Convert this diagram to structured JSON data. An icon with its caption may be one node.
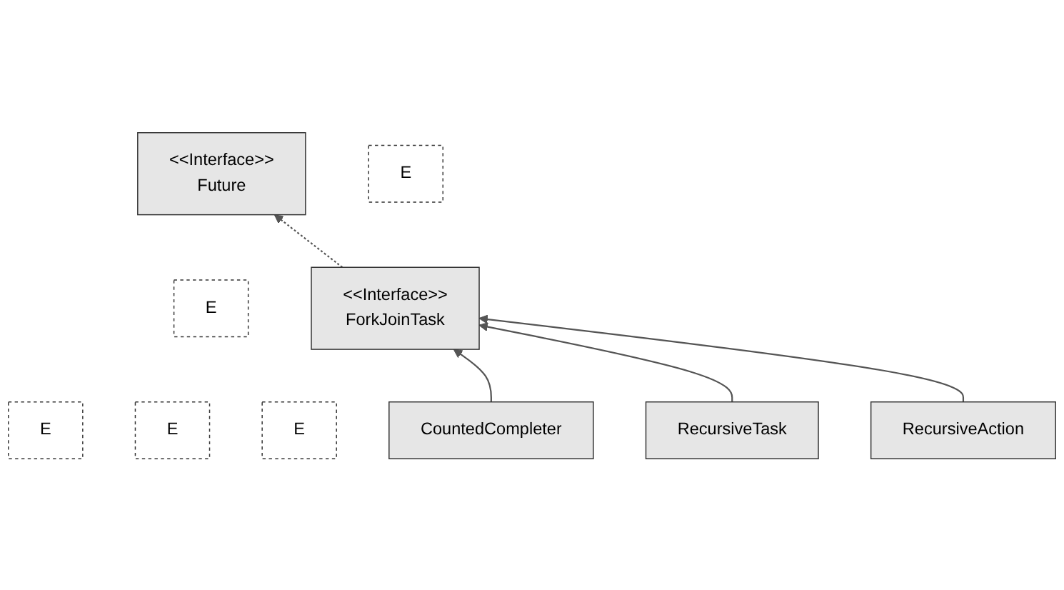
{
  "diagram": {
    "nodes": [
      {
        "text": [
          "<<Interface>>",
          "Future"
        ]
      },
      {
        "text": [
          "E"
        ]
      },
      {
        "text": [
          "<<Interface>>",
          "ForkJoinTask"
        ]
      },
      {
        "text": [
          "E"
        ]
      },
      {
        "text": [
          "RecursiveAction"
        ]
      },
      {
        "text": [
          "E"
        ]
      },
      {
        "text": [
          "RecursiveTask"
        ]
      },
      {
        "text": [
          "E"
        ]
      },
      {
        "text": [
          "CountedCompleter"
        ]
      },
      {
        "text": [
          "E"
        ]
      }
    ],
    "edges": [
      {
        "from": 2,
        "to": 0,
        "arrow": "to",
        "style": "dashed"
      },
      {
        "from": 4,
        "to": 2,
        "arrow": "to"
      },
      {
        "from": 6,
        "to": 2,
        "arrow": "to"
      },
      {
        "from": 8,
        "to": 2,
        "arrow": "to"
      }
    ]
  }
}
